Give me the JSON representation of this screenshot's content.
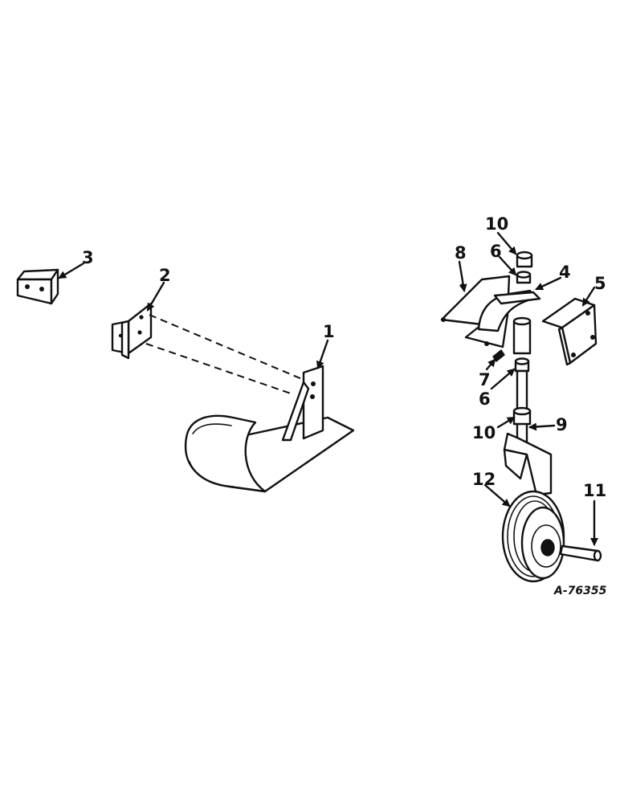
{
  "diagram": {
    "reference_number": "A-76355",
    "callouts": {
      "c1": "1",
      "c2": "2",
      "c3": "3",
      "c4": "4",
      "c5": "5",
      "c6a": "6",
      "c6b": "6",
      "c7": "7",
      "c8": "8",
      "c9": "9",
      "c10a": "10",
      "c10b": "10",
      "c11": "11",
      "c12": "12"
    }
  }
}
